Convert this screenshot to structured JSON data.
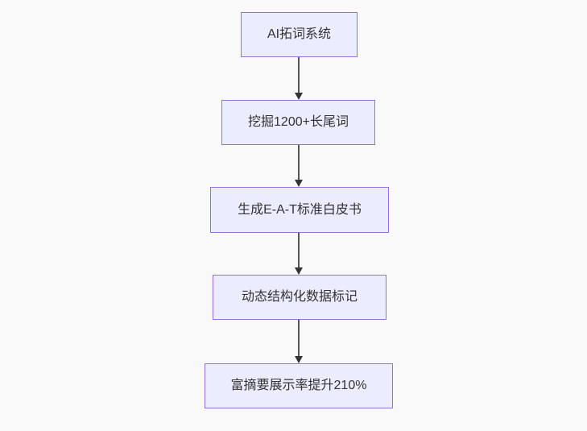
{
  "flowchart": {
    "type": "flowchart",
    "direction": "top-down",
    "nodes": [
      {
        "label": "AI拓词系统"
      },
      {
        "label": "挖掘1200+长尾词"
      },
      {
        "label": "生成E-A-T标准白皮书"
      },
      {
        "label": "动态结构化数据标记"
      },
      {
        "label": "富摘要展示率提升210%"
      }
    ],
    "edges": [
      {
        "from": 0,
        "to": 1
      },
      {
        "from": 1,
        "to": 2
      },
      {
        "from": 2,
        "to": 3
      },
      {
        "from": 3,
        "to": 4
      }
    ],
    "colors": {
      "node_fill": "#ECECFF",
      "node_border": "#9370DB",
      "edge_line": "#555555",
      "arrowhead": "#333333",
      "text": "#333333",
      "background": "#F9F9F9"
    }
  }
}
